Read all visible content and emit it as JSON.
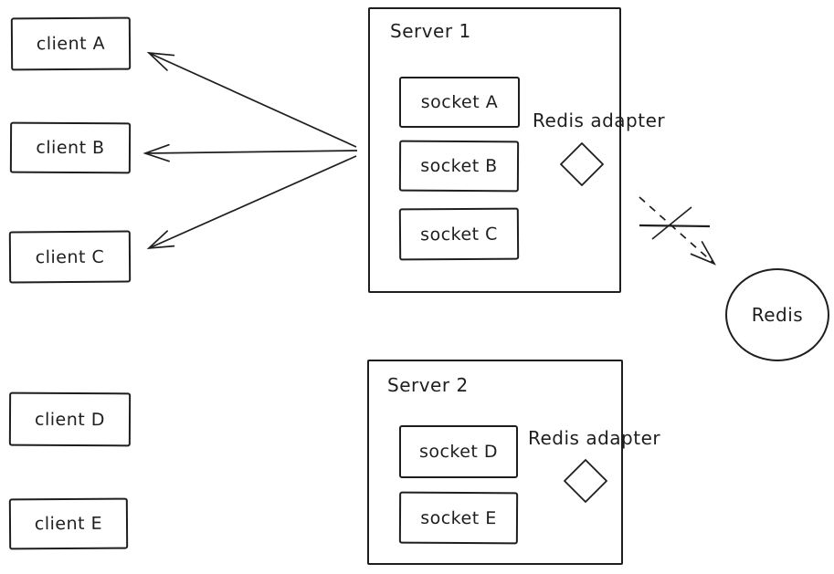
{
  "diagram": {
    "background_color": "#ffffff",
    "stroke_color": "#1e1e1e",
    "clients": [
      {
        "label": "client A"
      },
      {
        "label": "client B"
      },
      {
        "label": "client C"
      },
      {
        "label": "client D"
      },
      {
        "label": "client E"
      }
    ],
    "servers": [
      {
        "title": "Server 1",
        "sockets": [
          {
            "label": "socket A"
          },
          {
            "label": "socket B"
          },
          {
            "label": "socket C"
          }
        ],
        "adapter_label": "Redis adapter"
      },
      {
        "title": "Server 2",
        "sockets": [
          {
            "label": "socket D"
          },
          {
            "label": "socket E"
          }
        ],
        "adapter_label": "Redis adapter"
      }
    ],
    "redis": {
      "label": "Redis"
    },
    "connections": [
      {
        "from": "Server 1",
        "to": "client A",
        "style": "solid-arrow"
      },
      {
        "from": "Server 1",
        "to": "client B",
        "style": "solid-arrow"
      },
      {
        "from": "Server 1",
        "to": "client C",
        "style": "solid-arrow"
      },
      {
        "from": "Server 1 Redis adapter",
        "to": "Redis",
        "style": "dashed-arrow",
        "crossed_out": true
      }
    ]
  }
}
